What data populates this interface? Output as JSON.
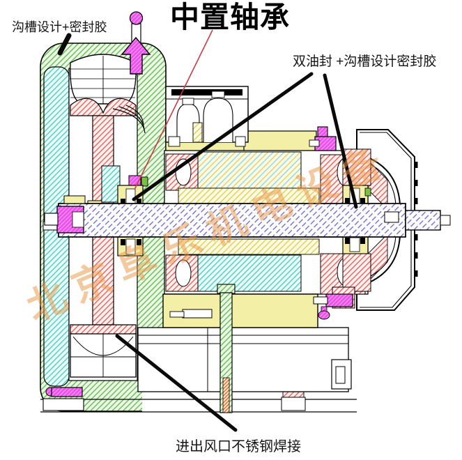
{
  "title": "中置轴承",
  "annotations": {
    "top_left": "沟槽设计+密封胶",
    "top_right": "双油封 +沟槽设计密封胶",
    "bottom": "进出风口不锈钢焊接"
  },
  "watermark": "北京阜乐机电设备",
  "colors": {
    "leader_red": "#c83a46",
    "leader_black": "#0a0a0a",
    "hatch_green": "#58b84c",
    "hatch_cyan": "#46c8c4",
    "hatch_red": "#e15a52",
    "hatch_blue": "#5b5bc4",
    "hatch_yellow": "#dcc937",
    "magenta": "#ea52ea",
    "solid_yellow": "#f3efa6",
    "watermark_orange": "#e89442"
  }
}
